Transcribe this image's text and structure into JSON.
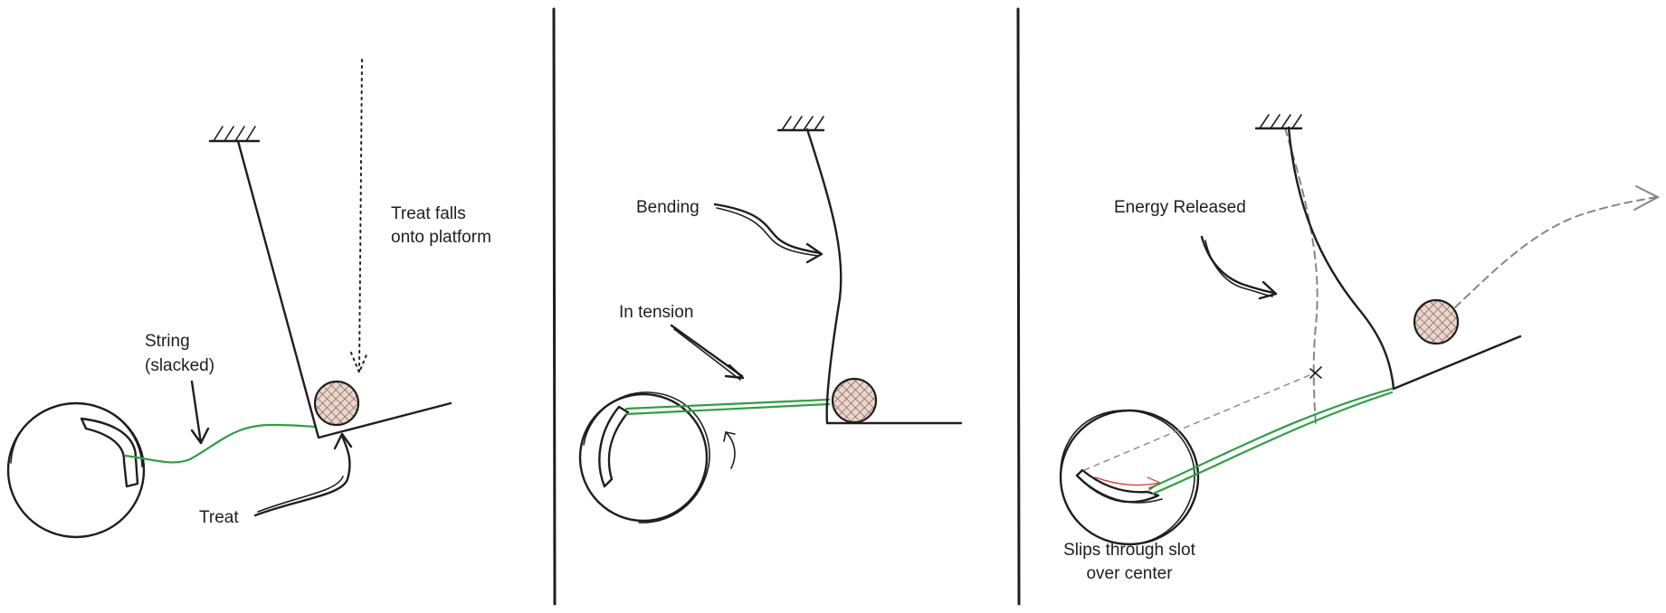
{
  "panels": [
    {
      "labels": {
        "treat_falls": [
          "Treat falls",
          "onto platform"
        ],
        "string": [
          "String",
          "(slacked)"
        ],
        "treat": "Treat"
      }
    },
    {
      "labels": {
        "bending": "Bending",
        "tension": "In tension"
      }
    },
    {
      "labels": {
        "energy": "Energy Released",
        "slips": [
          "Slips through slot",
          "over center"
        ]
      }
    }
  ],
  "colors": {
    "ink": "#1e1e1e",
    "string": "#2f9e44",
    "treat_fill": "#c9a99a",
    "treat_hatch": "#8a5a4a",
    "ghost": "#868686",
    "slip_arrow": "#e03131"
  }
}
